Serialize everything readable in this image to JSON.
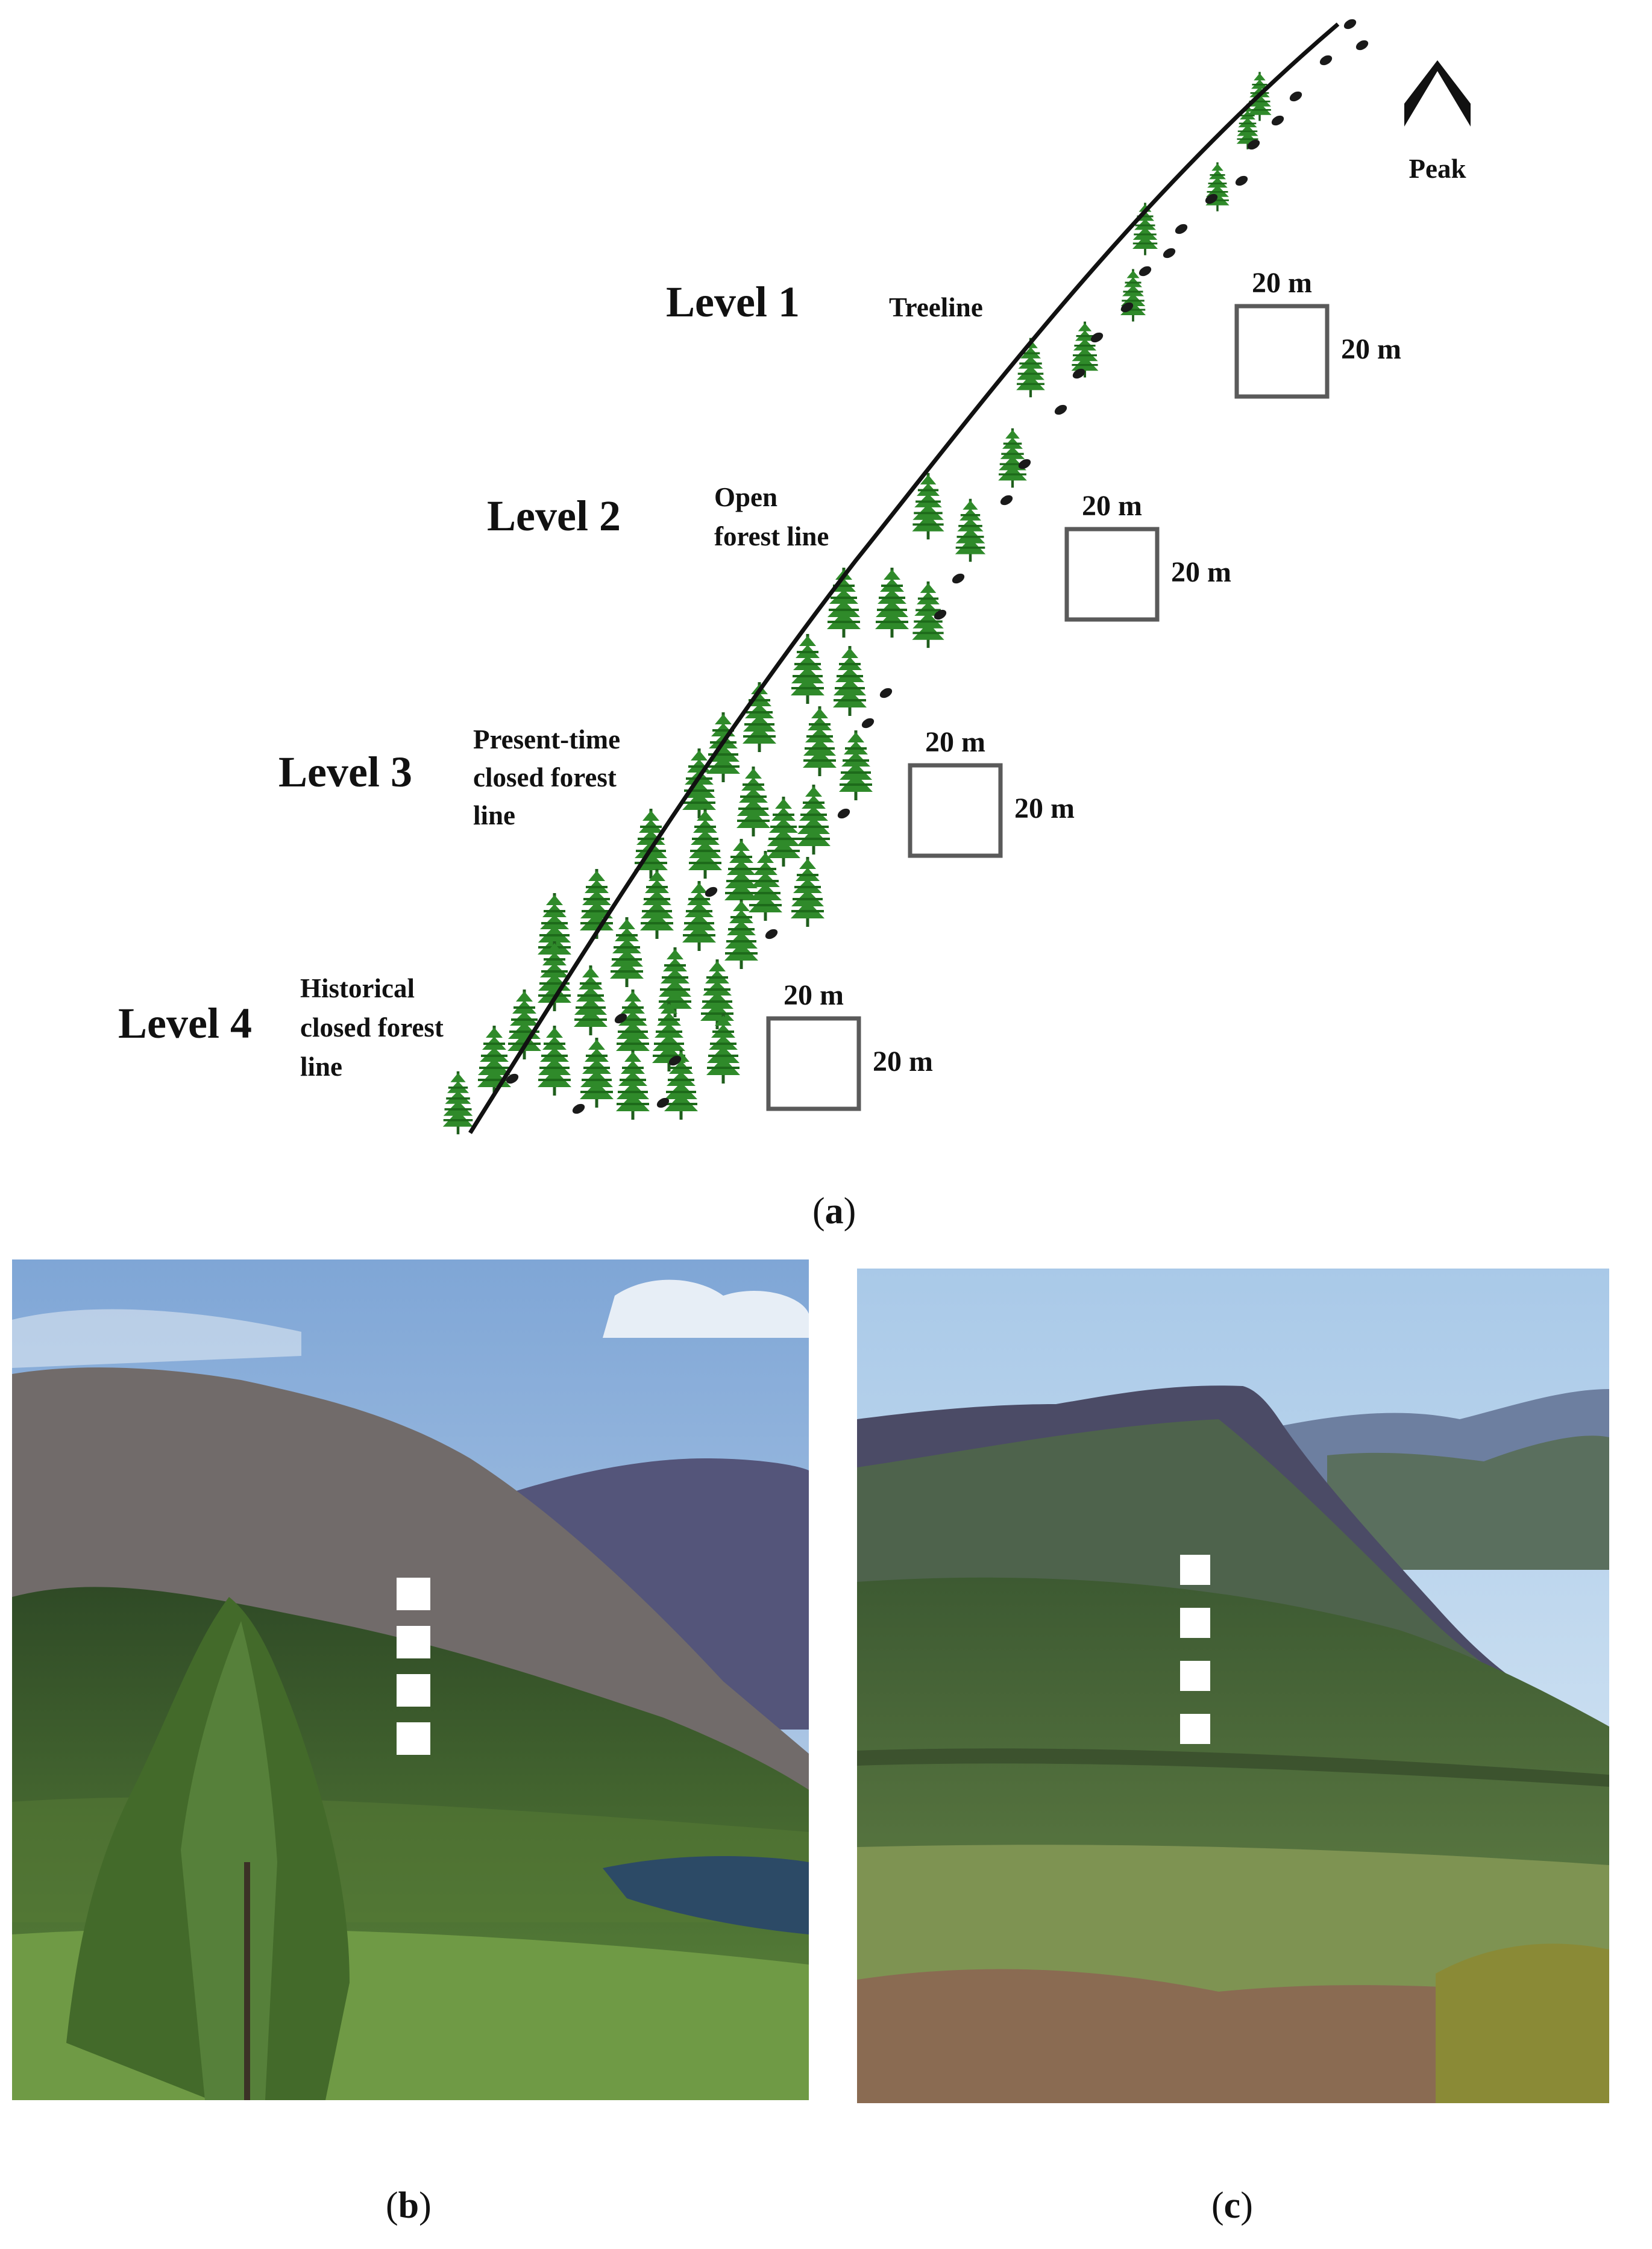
{
  "diagram": {
    "peak_label": "Peak",
    "levels": [
      {
        "label": "Level 1",
        "annotation": [
          "Treeline"
        ],
        "plot_width_label": "20 m",
        "plot_height_label": "20 m"
      },
      {
        "label": "Level 2",
        "annotation": [
          "Open",
          "forest line"
        ],
        "plot_width_label": "20 m",
        "plot_height_label": "20 m"
      },
      {
        "label": "Level 3",
        "annotation": [
          "Present-time",
          "closed forest",
          "line"
        ],
        "plot_width_label": "20 m",
        "plot_height_label": "20 m"
      },
      {
        "label": "Level 4",
        "annotation": [
          "Historical",
          "closed forest",
          "line"
        ],
        "plot_width_label": "20 m",
        "plot_height_label": "20 m"
      }
    ]
  },
  "captions": {
    "a": "a",
    "b": "b",
    "c": "c"
  },
  "colors": {
    "tree_green": "#2f8a2a",
    "sky_b": "#8fb3dc",
    "sky_c": "#bcd6ec",
    "forest": "#3d5d2c",
    "rock_slope": "#6f6a68",
    "marker": "#ffffff"
  }
}
